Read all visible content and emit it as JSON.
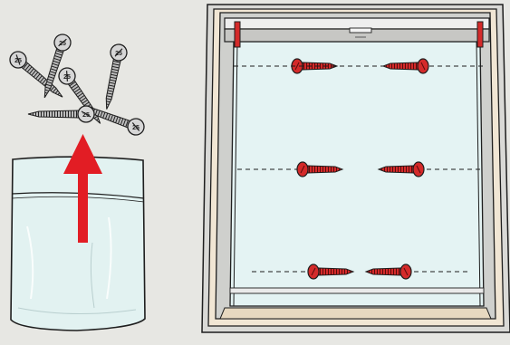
{
  "figure": {
    "screw_markings": [
      "25",
      "25",
      "25",
      "25",
      "25",
      "25"
    ],
    "screws": {
      "loose_count": 6,
      "mounting_count": 6
    },
    "colors": {
      "background": "#e7e7e3",
      "screw_red": "#d42a2a",
      "arrow_red": "#e21d24",
      "glass": "#e4f3f3",
      "wood_frame": "#f1e6d4",
      "outline": "#1e1e1e"
    },
    "icons": [
      "screw-icon",
      "bag-icon",
      "arrow-up-icon",
      "window-icon",
      "blind-icon"
    ]
  }
}
